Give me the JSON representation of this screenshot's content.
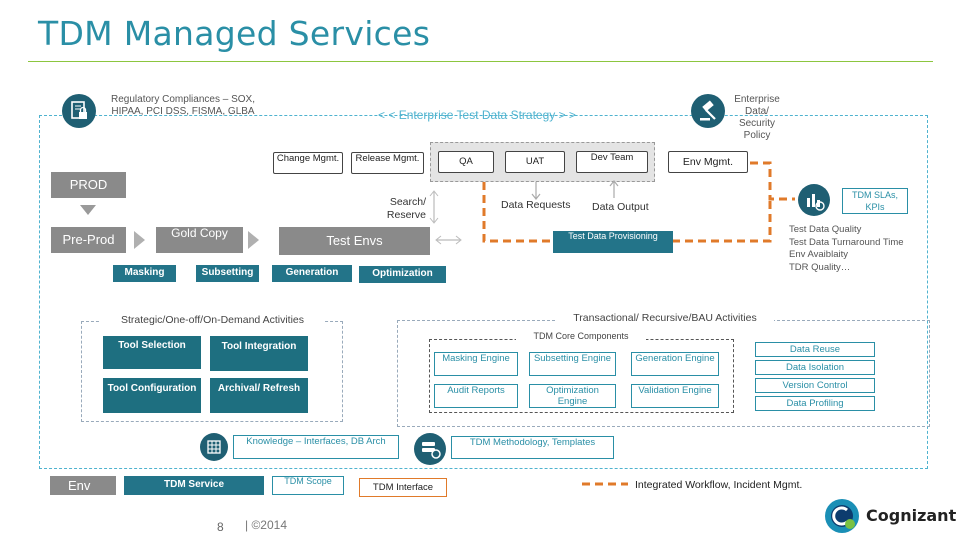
{
  "title": "TDM Managed Services",
  "header": {
    "regulatory": "Regulatory Compliances – SOX, HIPAA, PCI DSS, FISMA, GLBA",
    "strategy": "< <   Enterprise Test Data Strategy   > >",
    "enterprise_policy": "Enterprise Data/ Security Policy"
  },
  "top_boxes": {
    "change": "Change Mgmt.",
    "release": "Release Mgmt.",
    "qa": "QA",
    "uat": "UAT",
    "dev": "Dev Team",
    "env": "Env Mgmt."
  },
  "pipeline": {
    "prod": "PROD",
    "preprod": "Pre-Prod",
    "gold": "Gold Copy",
    "test_envs": "Test Envs",
    "search_reserve": "Search/ Reserve",
    "data_requests": "Data Requests",
    "data_output": "Data Output",
    "provisioning": "Test Data Provisioning",
    "masking": "Masking",
    "subsetting": "Subsetting",
    "generation": "Generation",
    "optimization": "Optimization"
  },
  "sla": {
    "label": "TDM SLAs, KPIs",
    "metrics": [
      "Test Data Quality",
      "Test Data Turnaround Time",
      "Env Avaiblaity",
      "TDR Quality…"
    ]
  },
  "strategic": {
    "title": "Strategic/One-off/On-Demand Activities",
    "items": [
      "Tool Selection",
      "Tool Integration",
      "Tool Configuration",
      "Archival/ Refresh"
    ]
  },
  "transactional": {
    "title": "Transactional/ Recursive/BAU Activities",
    "core_title": "TDM Core Components",
    "engines": [
      "Masking Engine",
      "Subsetting Engine",
      "Generation Engine",
      "Audit Reports",
      "Optimization Engine",
      "Validation Engine"
    ],
    "data_items": [
      "Data Reuse",
      "Data Isolation",
      "Version Control",
      "Data Profiling"
    ]
  },
  "knowledge": "Knowledge – Interfaces, DB Arch",
  "methodology": "TDM Methodology, Templates",
  "legend": {
    "env": "Env",
    "service": "TDM Service",
    "scope": "TDM Scope",
    "interface": "TDM Interface",
    "workflow": "Integrated Workflow, Incident Mgmt."
  },
  "footer": {
    "page": "8",
    "copyright": "| ©2014",
    "brand": "Cognizant"
  },
  "colors": {
    "teal": "#1e6f80",
    "accent_blue": "#2a8fa6",
    "workflow_orange": "#e07a2a",
    "rule_green": "#8cc63f"
  },
  "icons": [
    "document-lock-icon",
    "gavel-icon",
    "sla-chart-icon",
    "database-grid-icon",
    "database-settings-icon",
    "cognizant-logo-icon"
  ]
}
